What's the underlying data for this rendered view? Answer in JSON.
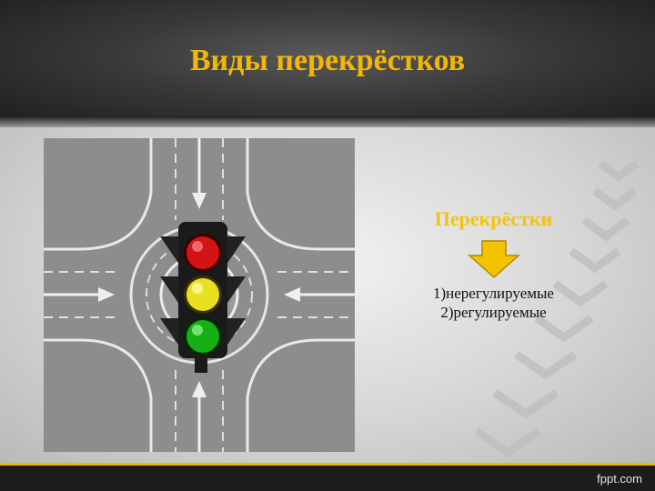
{
  "slide": {
    "title": "Виды перекрёстков",
    "subtitle": "Перекрёстки",
    "list": [
      "1)нерегулируемые",
      "2)регулируемые"
    ],
    "brand": "fppt.com"
  },
  "colors": {
    "title_yellow": "#f2b705",
    "header_dark": "#2a2a2a",
    "road_gray": "#8d8d8d"
  },
  "icons": {
    "arrow": "down-arrow-icon",
    "traffic_light": "traffic-light-icon"
  }
}
